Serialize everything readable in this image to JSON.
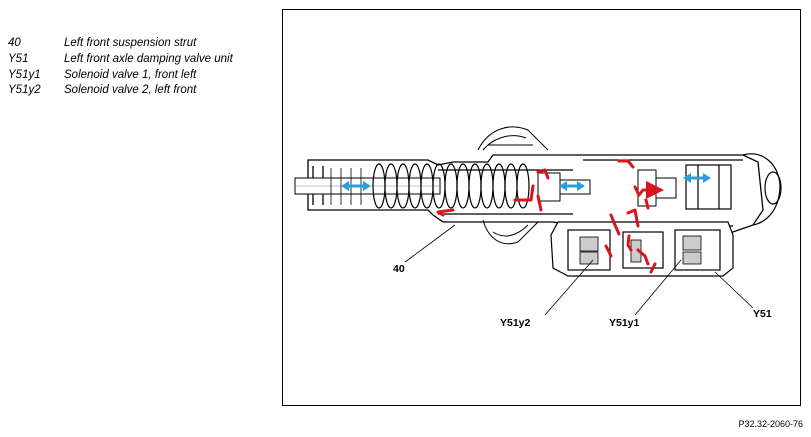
{
  "legend": [
    {
      "code": "40",
      "text": "Left front suspension strut"
    },
    {
      "code": "Y51",
      "text": "Left front axle damping valve unit"
    },
    {
      "code": "Y51y1",
      "text": "Solenoid valve 1, front left"
    },
    {
      "code": "Y51y2",
      "text": "Solenoid valve 2, left front"
    }
  ],
  "callouts": {
    "strut": "40",
    "solenoid2": "Y51y2",
    "solenoid1": "Y51y1",
    "valve_unit": "Y51"
  },
  "figure_ref": "P32.32-2060-76",
  "colors": {
    "oil_flow": "#d8141c",
    "movement_arrow": "#2a9fd8",
    "line": "#000000"
  }
}
